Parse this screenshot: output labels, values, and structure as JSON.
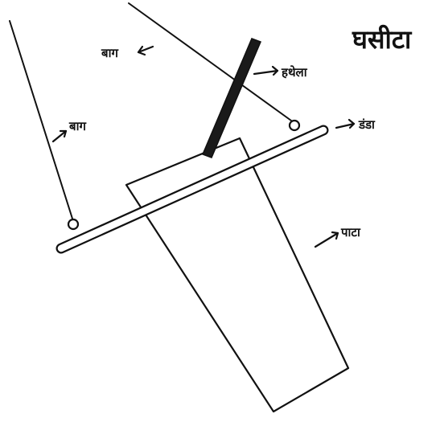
{
  "title": "घसीटा",
  "labels": {
    "rope_upper": "बाग",
    "rope_left": "बाग",
    "handle": "हथेला",
    "rod": "डंडा",
    "board": "पाटा"
  }
}
